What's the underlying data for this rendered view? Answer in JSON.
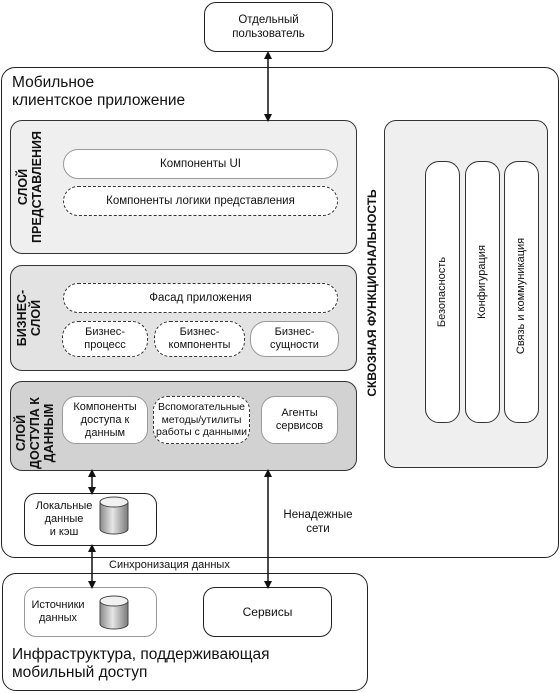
{
  "user": {
    "label": "Отдельный пользователь"
  },
  "mobile_app": {
    "title_line1": "Мобильное",
    "title_line2": "клиентское приложение"
  },
  "presentation_layer": {
    "title_line1": "СЛОЙ",
    "title_line2": "ПРЕДСТАВЛЕНИЯ",
    "components_ui": "Компоненты UI",
    "presentation_logic": "Компоненты логики представления"
  },
  "business_layer": {
    "title_line1": "БИЗНЕС-",
    "title_line2": "СЛОЙ",
    "app_facade": "Фасад приложения",
    "workflows_line1": "Бизнес-",
    "workflows_line2": "процесс",
    "components_line1": "Бизнес-",
    "components_line2": "компоненты",
    "entities_line1": "Бизнес-",
    "entities_line2": "сущности"
  },
  "data_layer": {
    "title_line1": "СЛОЙ",
    "title_line2": "ДОСТУПА К",
    "title_line3": "ДАННЫМ",
    "data_access_line1": "Компоненты",
    "data_access_line2": "доступа к",
    "data_access_line3": "данным",
    "helpers_line1": "Вспомогательные",
    "helpers_line2": "методы/утилиты",
    "helpers_line3": "работы с данными",
    "agents_line1": "Агенты",
    "agents_line2": "сервисов"
  },
  "crosscutting": {
    "title": "СКВОЗНАЯ ФУНКЦИОНАЛЬНОСТЬ",
    "security": "Безопасность",
    "configuration": "Конфигурация",
    "communication": "Связь и коммуникация"
  },
  "local_data": {
    "line1": "Локальные",
    "line2": "данные",
    "line3": "и кэш"
  },
  "unreliable_networks": {
    "line1": "Ненадежные",
    "line2": "сети"
  },
  "sync_label": "Синхронизация данных",
  "infrastructure": {
    "title_line1": "Инфраструктура, поддерживающая",
    "title_line2": "мобильный доступ",
    "data_sources_line1": "Источники",
    "data_sources_line2": "данных",
    "services": "Сервисы"
  }
}
